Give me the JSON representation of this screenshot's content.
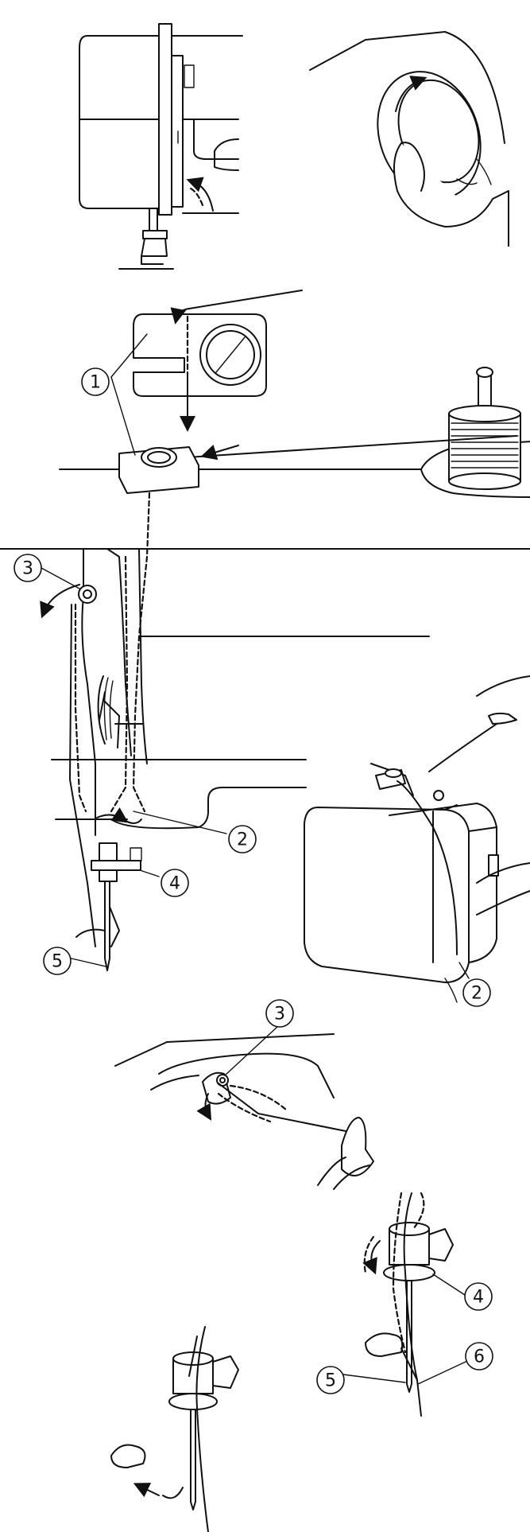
{
  "callouts": {
    "c1": "1",
    "c2a": "2",
    "c2b": "2",
    "c3a": "3",
    "c3b": "3",
    "c4a": "4",
    "c4b": "4",
    "c5a": "5",
    "c5b": "5",
    "c6": "6"
  }
}
